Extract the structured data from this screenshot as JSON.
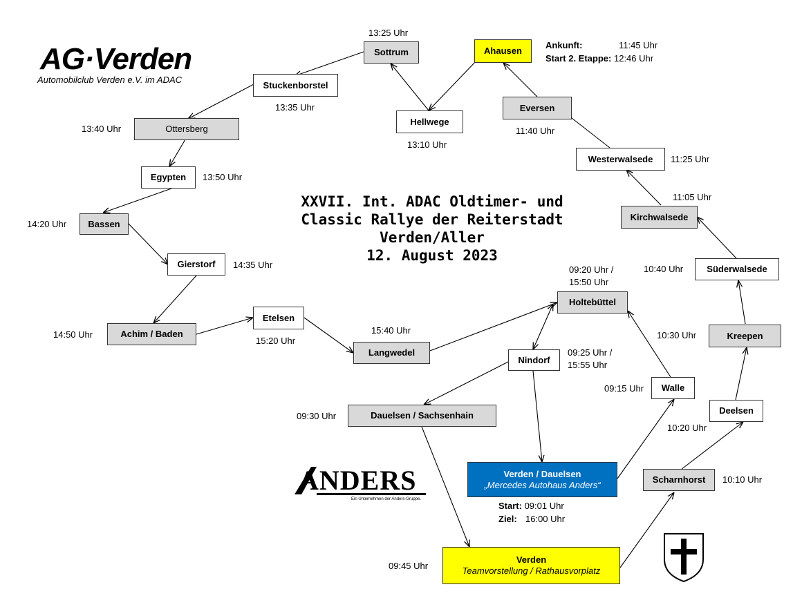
{
  "logos": {
    "ag_verden": {
      "main": "AG·Verden",
      "sub": "Automobilclub Verden e.V. im ADAC"
    },
    "anders": {
      "main": "ANDERS",
      "sub": "Ein Unternehmen der Anders-Gruppe."
    },
    "crest": {
      "icon": "cross-crest-icon"
    }
  },
  "title": {
    "line1": "XXVII. Int. ADAC Oldtimer- und",
    "line2": "Classic Rallye der Reiterstadt",
    "line3": "Verden/Aller",
    "line4": "12. August 2023"
  },
  "arrival": {
    "arrival_label": "Ankunft:",
    "arrival_time": "11:45 Uhr",
    "stage2_label": "Start 2. Etappe:",
    "stage2_time": "12:46 Uhr"
  },
  "start_info": {
    "start_label": "Start:",
    "start_time": "09:01 Uhr",
    "finish_label": "Ziel:",
    "finish_time": "16:00 Uhr"
  },
  "colors": {
    "gray": "#d9d9d9",
    "yellow": "#ffff00",
    "blue": "#0070c0"
  },
  "nodes": {
    "sottrum": {
      "label": "Sottrum",
      "time": "13:25 Uhr"
    },
    "ahausen": {
      "label": "Ahausen"
    },
    "stuckenborstel": {
      "label": "Stuckenborstel",
      "time": "13:35 Uhr"
    },
    "hellwege": {
      "label": "Hellwege",
      "time": "13:10 Uhr"
    },
    "eversen": {
      "label": "Eversen",
      "time": "11:40 Uhr"
    },
    "ottersberg": {
      "label": "Ottersberg",
      "time": "13:40 Uhr"
    },
    "westerwalsede": {
      "label": "Westerwalsede",
      "time": "11:25 Uhr"
    },
    "egypten": {
      "label": "Egypten",
      "time": "13:50 Uhr"
    },
    "kirchwalsede": {
      "label": "Kirchwalsede",
      "time": "11:05 Uhr"
    },
    "bassen": {
      "label": "Bassen",
      "time": "14:20 Uhr"
    },
    "gierstorf": {
      "label": "Gierstorf",
      "time": "14:35 Uhr"
    },
    "suederwalsede": {
      "label": "Süderwalsede",
      "time": "10:40 Uhr"
    },
    "holtebuettel": {
      "label": "Holtebüttel",
      "time1": "09:20 Uhr /",
      "time2": "15:50 Uhr"
    },
    "etelsen": {
      "label": "Etelsen",
      "time": "15:20 Uhr"
    },
    "achim": {
      "label": "Achim / Baden",
      "time": "14:50 Uhr"
    },
    "langwedel": {
      "label": "Langwedel",
      "time": "15:40 Uhr"
    },
    "kreepen": {
      "label": "Kreepen",
      "time": "10:30 Uhr"
    },
    "nindorf": {
      "label": "Nindorf",
      "time1": "09:25 Uhr /",
      "time2": "15:55 Uhr"
    },
    "walle": {
      "label": "Walle",
      "time": "09:15 Uhr"
    },
    "dauelsen": {
      "label": "Dauelsen / Sachsenhain",
      "time": "09:30 Uhr"
    },
    "deelsen": {
      "label": "Deelsen",
      "time": "10:20 Uhr"
    },
    "verden_dauelsen": {
      "label": "Verden / Dauelsen",
      "sub": "„Mercedes Autohaus Anders“"
    },
    "scharnhorst": {
      "label": "Scharnhorst",
      "time": "10:10 Uhr"
    },
    "verden": {
      "label": "Verden",
      "sub": "Teamvorstellung /  Rathausvorplatz",
      "time": "09:45 Uhr"
    }
  }
}
